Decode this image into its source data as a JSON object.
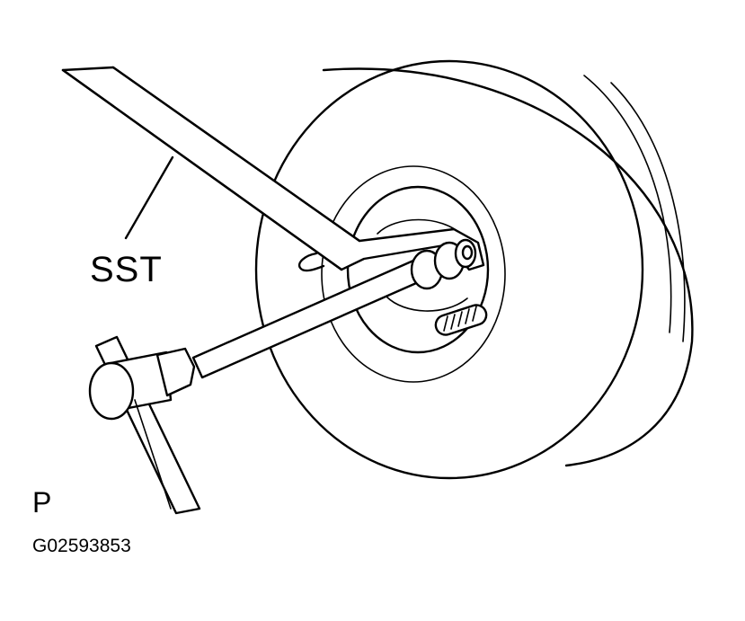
{
  "labels": {
    "tool": "SST",
    "view": "P",
    "figure_code": "G02593853"
  }
}
